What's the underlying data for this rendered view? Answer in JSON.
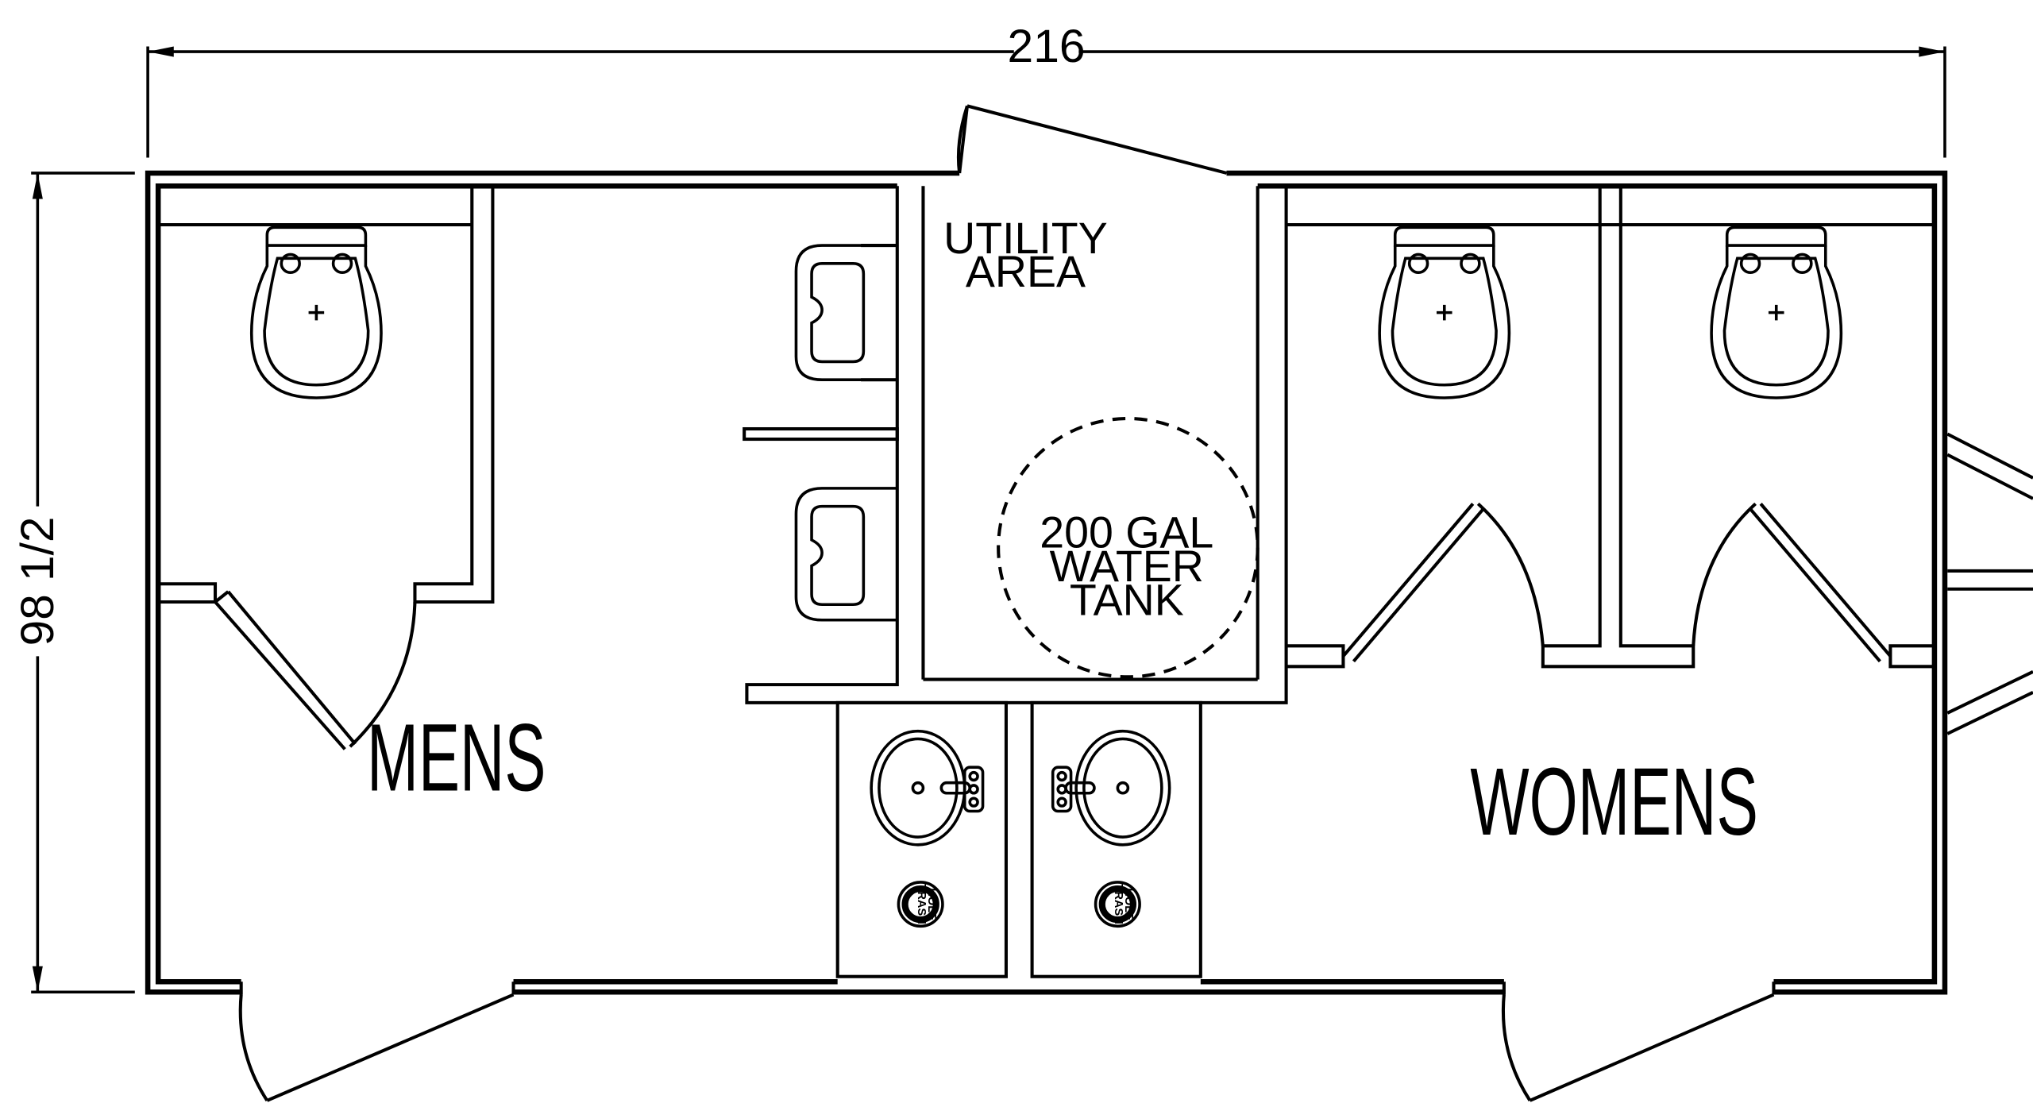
{
  "dimensions": {
    "width": "216",
    "depth": "98  1/2"
  },
  "rooms": {
    "mens": "MENS",
    "womens": "WOMENS",
    "utility": [
      "UTILITY",
      "AREA"
    ],
    "tank": [
      "200 GAL",
      "WATER",
      "TANK"
    ]
  },
  "fixtures": {
    "trash_left": [
      "TRASH",
      "HOLE"
    ],
    "trash_right": [
      "TRASH",
      "HOLE"
    ]
  }
}
